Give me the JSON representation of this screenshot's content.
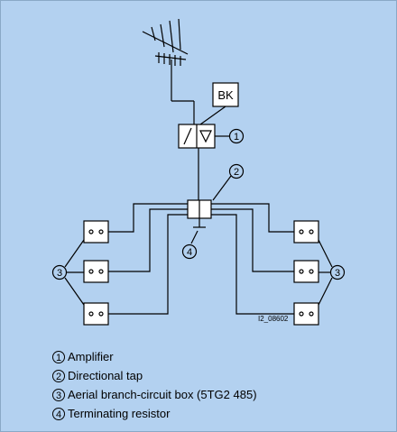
{
  "diagram": {
    "bk_label": "BK",
    "callouts": [
      "1",
      "2",
      "3",
      "3",
      "4"
    ],
    "drawing_id": "I2_08602"
  },
  "legend": [
    {
      "num": "1",
      "text": "Amplifier"
    },
    {
      "num": "2",
      "text": "Directional tap"
    },
    {
      "num": "3",
      "text": "Aerial branch-circuit box (5TG2 485)"
    },
    {
      "num": "4",
      "text": "Terminating resistor"
    }
  ]
}
